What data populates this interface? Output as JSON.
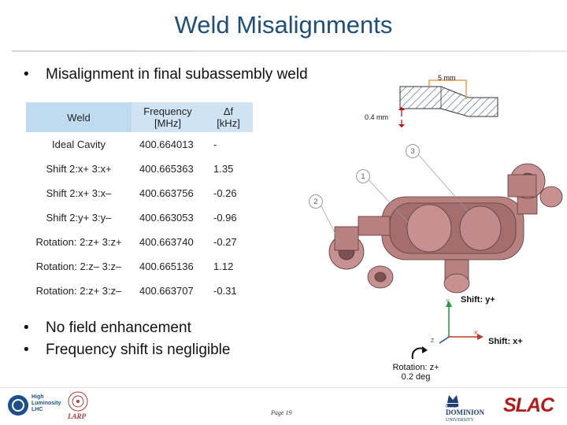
{
  "title": "Weld Misalignments",
  "bullets": {
    "b1": "Misalignment in final subassembly weld",
    "b2": "No field enhancement",
    "b3": "Frequency shift is negligible",
    "marker": "•"
  },
  "table": {
    "headers": {
      "weld": "Weld",
      "freq_line1": "Frequency",
      "freq_line2": "[MHz]",
      "df_line1": "Δf",
      "df_line2": "[kHz]"
    },
    "rows": [
      {
        "weld": "Ideal Cavity",
        "freq": "400.664013",
        "df": "-"
      },
      {
        "weld": "Shift 2:x+ 3:x+",
        "freq": "400.665363",
        "df": "1.35"
      },
      {
        "weld": "Shift 2:x+ 3:x–",
        "freq": "400.663756",
        "df": "-0.26"
      },
      {
        "weld": "Shift 2:y+ 3:y–",
        "freq": "400.663053",
        "df": "-0.96"
      },
      {
        "weld": "Rotation: 2:z+ 3:z+",
        "freq": "400.663740",
        "df": "-0.27"
      },
      {
        "weld": "Rotation: 2:z– 3:z–",
        "freq": "400.665136",
        "df": "1.12"
      },
      {
        "weld": "Rotation: 2:z+ 3:z–",
        "freq": "400.663707",
        "df": "-0.31"
      }
    ]
  },
  "figure": {
    "dim_5mm": "5 mm",
    "dim_04mm": "0.4 mm",
    "callout1": "1",
    "callout2": "2",
    "callout3": "3",
    "shift_y": "Shift: y+",
    "shift_x": "Shift: x+",
    "rotation_line1": "Rotation: z+",
    "rotation_line2": "0.2 deg",
    "axis_y": "Y",
    "axis_x": "X",
    "axis_z": "Z"
  },
  "footer": {
    "page": "Page 19",
    "logo_hl_line1": "High",
    "logo_hl_line2": "Luminosity",
    "logo_hl_line3": "LHC",
    "logo_larp": "LARP",
    "logo_odu_line1": "OLD",
    "logo_odu_line2": "DOMINION",
    "logo_odu_line3": "UNIVERSITY",
    "logo_slac": "SLAC"
  },
  "colors": {
    "title": "#1f4e79",
    "table_header": "#cfe3f3",
    "cavity": "#b98080",
    "weld_line": "#e8a040",
    "dim_arrow": "#cc0000",
    "slac_red": "#b31b1b"
  }
}
